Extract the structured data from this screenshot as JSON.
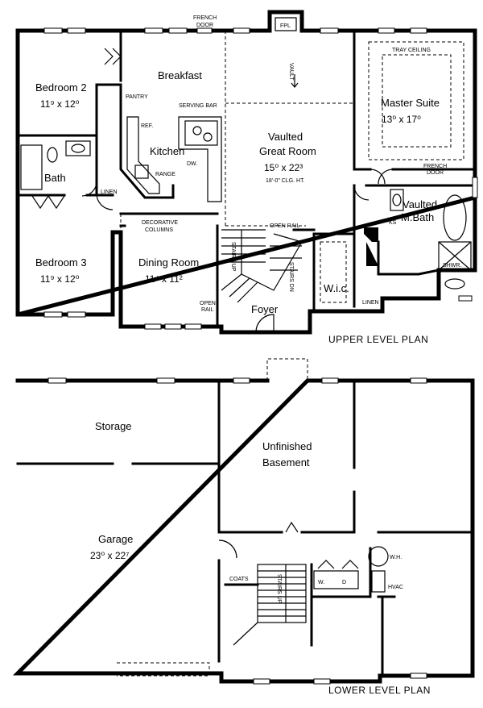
{
  "upper": {
    "title": "UPPER LEVEL PLAN",
    "rooms": {
      "bedroom2": {
        "name": "Bedroom 2",
        "dim": "11⁹ x 12⁰"
      },
      "breakfast": {
        "name": "Breakfast"
      },
      "kitchen": {
        "name": "Kitchen"
      },
      "great_room": {
        "name": "Vaulted Great Room",
        "name_l1": "Vaulted",
        "name_l2": "Great Room",
        "dim": "15⁰ x 22³",
        "note": "18'-0\" CLG. HT."
      },
      "master_suite": {
        "name": "Master Suite",
        "dim": "13⁰ x 17⁰"
      },
      "bath": {
        "name": "Bath"
      },
      "master_bath": {
        "name_l1": "Vaulted",
        "name_l2": "M.Bath"
      },
      "bedroom3": {
        "name": "Bedroom 3",
        "dim": "11⁹ x 12⁰"
      },
      "dining": {
        "name": "Dining Room",
        "dim": "11⁴ x 11²"
      },
      "wic": {
        "name": "W.i.c."
      },
      "foyer": {
        "name": "Foyer"
      }
    },
    "labels": {
      "french_door_l1": "FRENCH",
      "french_door_l2": "DOOR",
      "fpl": "FPL",
      "vault": "VAULT",
      "tray_ceiling": "TRAY CEILING",
      "pantry": "PANTRY",
      "serving_bar": "SERVING BAR",
      "ref": "REF.",
      "range": "RANGE",
      "dw": "DW.",
      "french_door2_l1": "FRENCH",
      "french_door2_l2": "DOOR",
      "linen": "LINEN",
      "decorative_l1": "DECORATIVE",
      "decorative_l2": "COLUMNS",
      "open_rail": "OPEN RAIL",
      "ks": "KS",
      "stairs_up": "STAIRS UP",
      "stairs_dn": "STAIRS DN",
      "shwr": "SHWR.",
      "open_rail2_l1": "OPEN",
      "open_rail2_l2": "RAIL",
      "linen2": "LINEN"
    }
  },
  "lower": {
    "title": "LOWER LEVEL PLAN",
    "rooms": {
      "storage": {
        "name": "Storage"
      },
      "basement": {
        "name_l1": "Unfinished",
        "name_l2": "Basement"
      },
      "garage": {
        "name": "Garage",
        "dim": "23⁰ x 22⁷"
      }
    },
    "labels": {
      "coats": "COATS",
      "stairs_up": "STAIRS UP",
      "w": "W.",
      "d": "D",
      "wh": "W.H.",
      "hvac": "HVAC"
    }
  }
}
